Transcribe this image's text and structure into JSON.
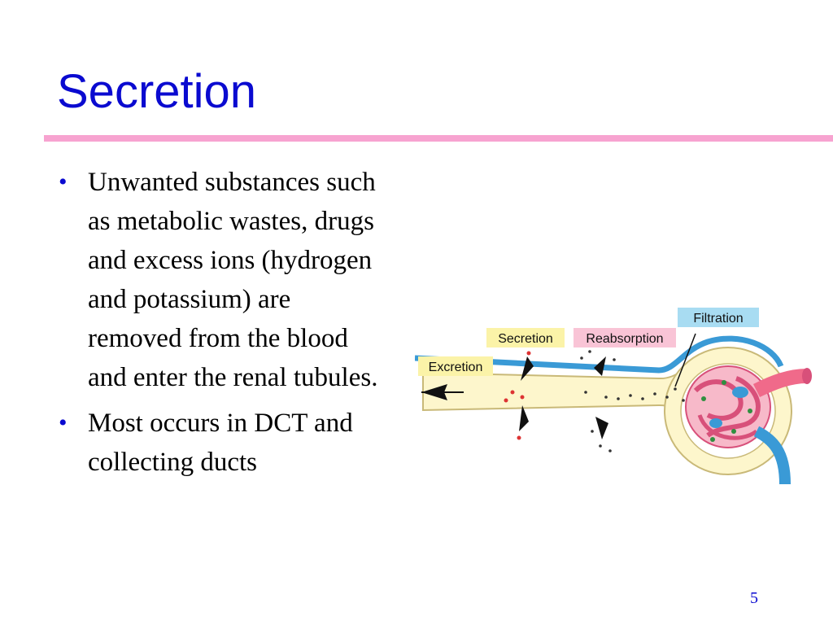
{
  "slide": {
    "title": "Secretion",
    "bullet_symbol": "•",
    "bullets": [
      "Unwanted substances such as metabolic wastes, drugs and excess ions (hydrogen and potassium) are removed from the blood and enter the renal tubules.",
      "Most occurs in DCT and collecting ducts"
    ],
    "page_number": "5"
  },
  "diagram": {
    "labels": {
      "filtration": "Filtration",
      "secretion": "Secretion",
      "reabsorption": "Reabsorption",
      "excretion": "Excretion"
    },
    "colors": {
      "title": "#0a0ad0",
      "rule": "#f7a3d0",
      "tubule": "#fdf6cc",
      "vessel_blue": "#3a9ad6",
      "arteriole_pink": "#f06a8a",
      "label_yellow": "#fbf3a8",
      "label_pink": "#f9c4d6",
      "label_blue": "#a8dcf2"
    }
  }
}
